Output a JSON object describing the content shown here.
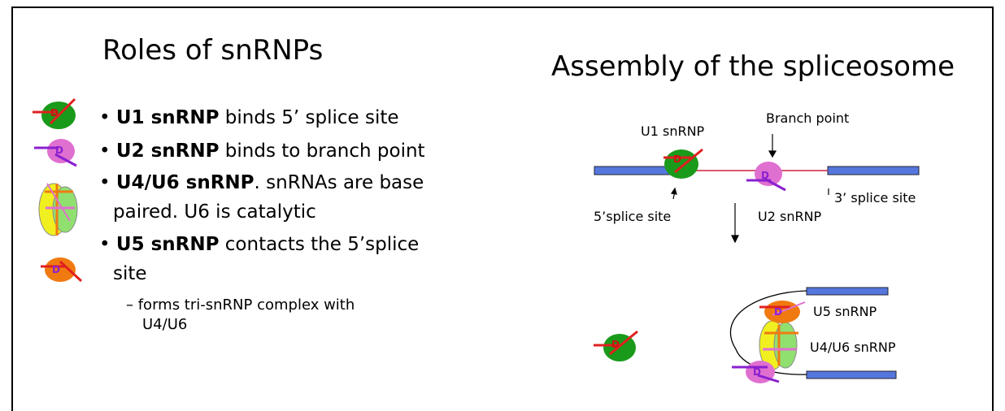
{
  "left": {
    "title": "Roles of snRNPs",
    "bullets": [
      {
        "bold": "U1 snRNP",
        "text": " binds 5’ splice site"
      },
      {
        "bold": "U2 snRNP",
        "text": " binds to branch point"
      },
      {
        "bold": "U4/U6 snRNP",
        "text": ". snRNAs are base"
      },
      {
        "text": "paired. U6 is catalytic"
      },
      {
        "bold": "U5 snRNP",
        "text": " contacts the 5’splice"
      },
      {
        "text": "site"
      }
    ],
    "sub_bullet": [
      "– forms tri-snRNP complex with",
      "U4/U6"
    ]
  },
  "right": {
    "title": "Assembly of the spliceosome",
    "labels": {
      "u1": "U1 snRNP",
      "branch_point": "Branch point",
      "five_splice": "5’splice site",
      "three_splice": "3’ splice site",
      "u2": "U2 snRNP",
      "u5": "U5 snRNP",
      "u4u6": "U4/U6 snRNP"
    }
  },
  "colors": {
    "u1": "#1a9a1a",
    "u2": "#e070d0",
    "u5": "#f07a10",
    "u4u6_yellow": "#f0f020",
    "u4u6_green": "#90e070",
    "exon": "#5577dd",
    "intron": "#cc2244",
    "purple": "#8a20d0",
    "red": "#e02020"
  }
}
